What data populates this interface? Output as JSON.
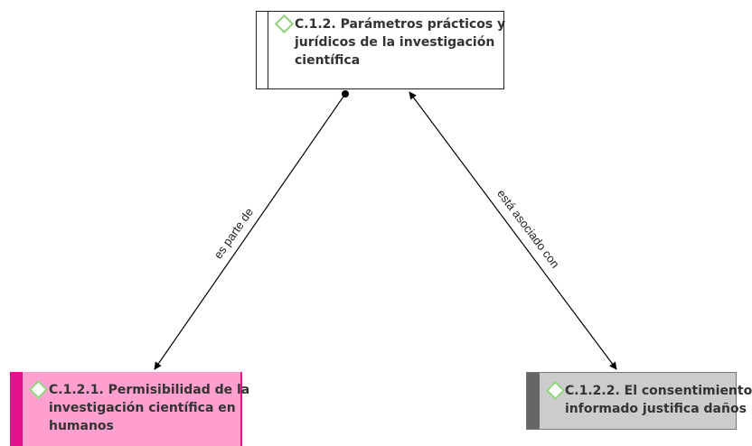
{
  "nodes": {
    "top": {
      "lines": [
        "C.1.2. Parámetros prácticos y",
        "jurídicos de la investigación",
        "científica"
      ]
    },
    "left": {
      "lines": [
        "C.1.2.1. Permisibilidad de la",
        "investigación científica en",
        "humanos"
      ]
    },
    "right": {
      "lines": [
        "C.1.2.2. El consentimiento",
        "informado justifica daños"
      ]
    }
  },
  "edges": {
    "left": {
      "label": "es parte de"
    },
    "right": {
      "label": "está asociado con"
    }
  },
  "colors": {
    "pink_fill": "#ffa0d0",
    "pink_stripe": "#e8108a",
    "gray_fill": "#cccccc",
    "gray_stripe": "#666666",
    "diamond_outline": "#8fd37a",
    "line": "#000000"
  },
  "icons": {
    "node_marker": "diamond-icon"
  }
}
